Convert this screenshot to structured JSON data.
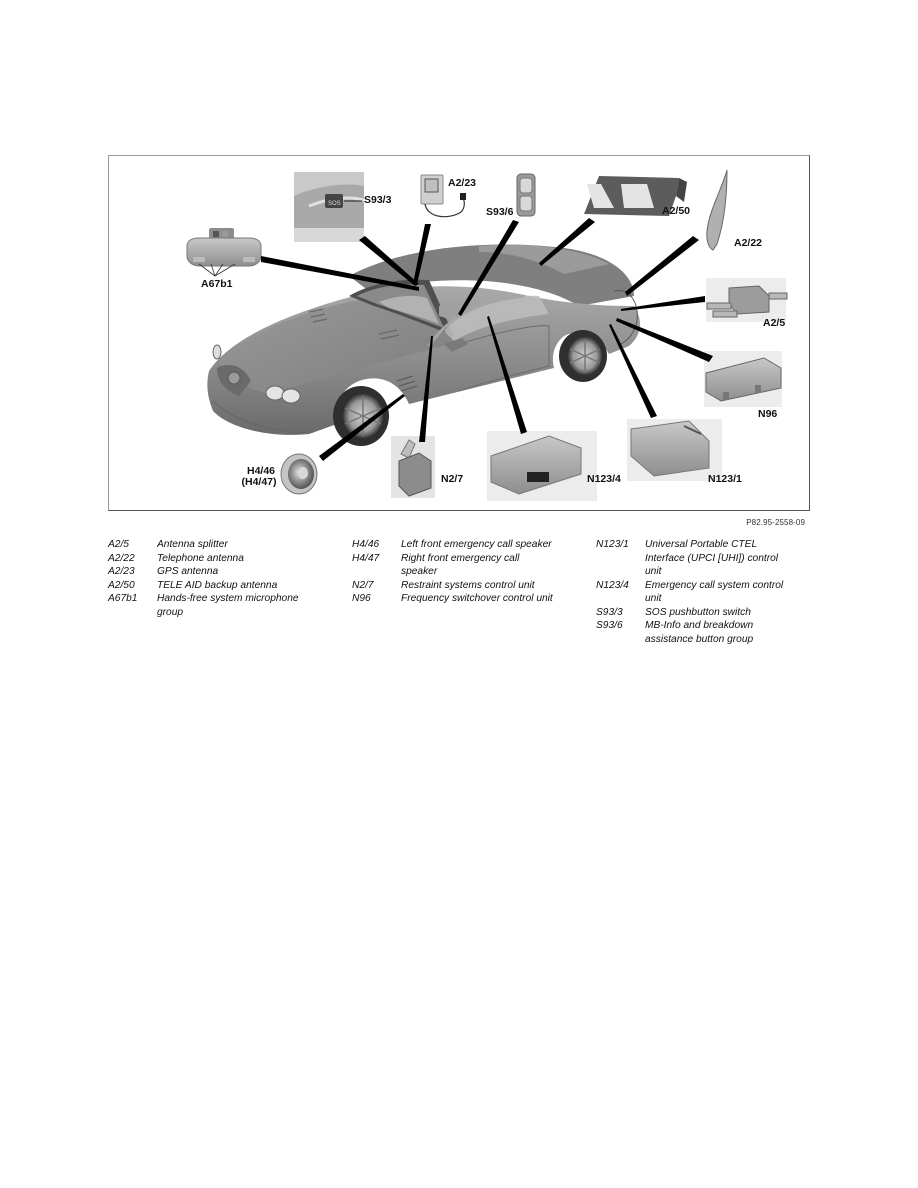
{
  "figure": {
    "figure_id": "P82.95-2558-09",
    "callouts": {
      "a67b1": "A67b1",
      "s93_3": "S93/3",
      "a2_23": "A2/23",
      "s93_6": "S93/6",
      "a2_50": "A2/50",
      "a2_22": "A2/22",
      "a2_5": "A2/5",
      "n96": "N96",
      "n123_1": "N123/1",
      "n123_4": "N123/4",
      "n2_7": "N2/7",
      "h4_46": "H4/46",
      "h4_47": "(H4/47)"
    },
    "colors": {
      "car_body": "#8c8c8c",
      "car_highlight": "#b5b5b5",
      "car_shadow": "#5e5e5e",
      "component": "#a8a8a8",
      "component_bg": "#e6e6e6",
      "leader_line": "#000000",
      "frame": "#8f8f8f"
    }
  },
  "legend": {
    "columns": [
      [
        {
          "code": "A2/5",
          "desc": "Antenna splitter"
        },
        {
          "code": "A2/22",
          "desc": "Telephone antenna"
        },
        {
          "code": "A2/23",
          "desc": "GPS antenna"
        },
        {
          "code": "A2/50",
          "desc": "TELE AID backup antenna"
        },
        {
          "code": "A67b1",
          "desc": "Hands-free system microphone group"
        }
      ],
      [
        {
          "code": "H4/46",
          "desc": "Left front emergency call speaker"
        },
        {
          "code": "H4/47",
          "desc": "Right front emergency call speaker"
        },
        {
          "code": "N2/7",
          "desc": "Restraint systems control unit"
        },
        {
          "code": "N96",
          "desc": "Frequency switchover control unit"
        }
      ],
      [
        {
          "code": "N123/1",
          "desc": "Universal Portable CTEL Interface (UPCI [UHI]) control unit"
        },
        {
          "code": "N123/4",
          "desc": "Emergency call system control unit"
        },
        {
          "code": "S93/3",
          "desc": "SOS pushbutton switch"
        },
        {
          "code": "S93/6",
          "desc": "MB-Info and breakdown assistance button group"
        }
      ]
    ]
  }
}
